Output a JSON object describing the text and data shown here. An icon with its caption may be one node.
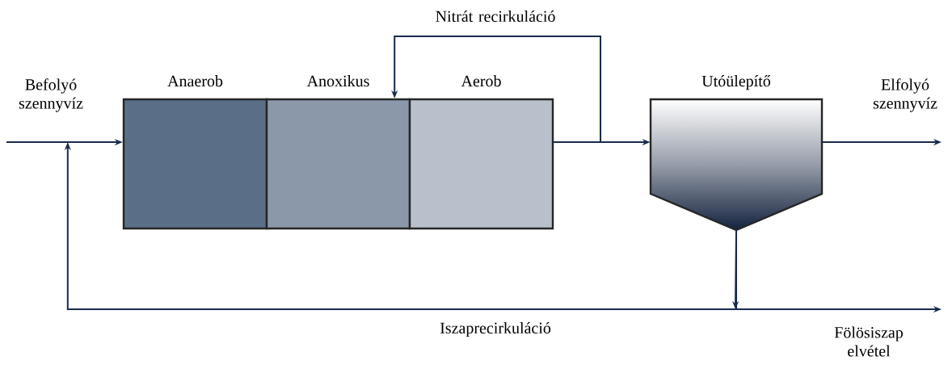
{
  "diagram": {
    "nodes": [
      {
        "text": [
          "Anaerob"
        ]
      },
      {
        "text": [
          "Anoxikus"
        ]
      },
      {
        "text": [
          "Aerob"
        ]
      },
      {
        "text": [
          "Utóülepítő"
        ]
      }
    ],
    "edges": [
      {
        "from": null,
        "to": 0,
        "arrow": "to",
        "label": "Befolyó szennyvíz"
      },
      {
        "from": 2,
        "to": 3,
        "arrow": "to"
      },
      {
        "from": 2,
        "to": 1,
        "arrow": "to",
        "label": "Nitrát recirkuláció"
      },
      {
        "from": 3,
        "to": 0,
        "arrow": "to",
        "label": "Iszaprecirkuláció"
      },
      {
        "from": 3,
        "to": null,
        "arrow": "to",
        "label": "Fölösiszap elvétel"
      },
      {
        "from": 3,
        "to": null,
        "arrow": "to",
        "label": "Elfolyó szennyvíz"
      }
    ]
  }
}
